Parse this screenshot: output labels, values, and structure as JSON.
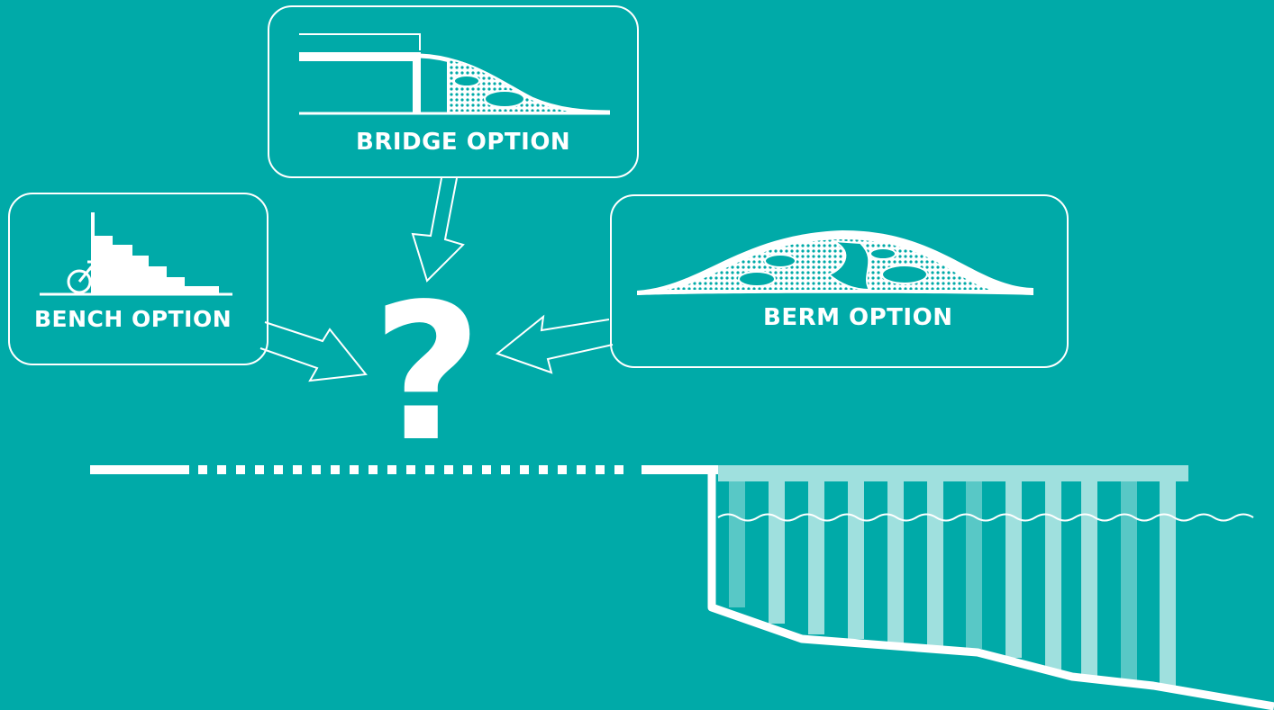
{
  "colors": {
    "background": "#00aaa8",
    "line": "#ffffff",
    "pier_light": "#9fe0de",
    "pier_mid": "#58c8c6"
  },
  "options": {
    "bench": {
      "label": "BENCH OPTION",
      "icon": "bicycle-stairs-icon"
    },
    "bridge": {
      "label": "BRIDGE OPTION",
      "icon": "bridge-section-icon"
    },
    "berm": {
      "label": "BERM OPTION",
      "icon": "berm-mound-icon"
    }
  },
  "center": {
    "symbol": "?"
  }
}
